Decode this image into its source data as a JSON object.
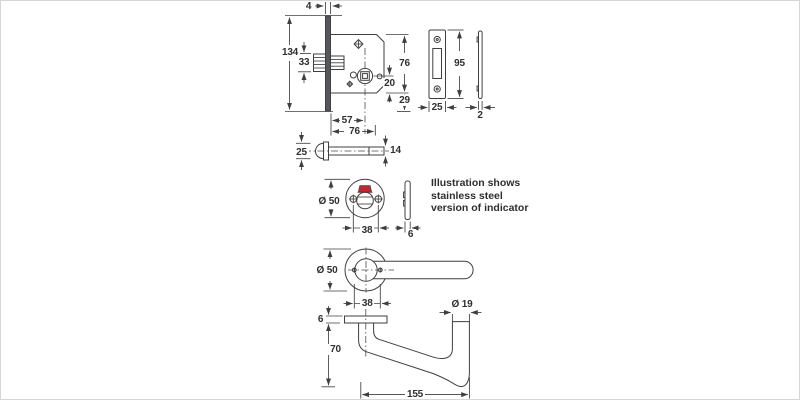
{
  "note": {
    "lines": [
      "Illustration shows",
      "stainless steel",
      "version of indicator"
    ]
  },
  "colors": {
    "line": "#3e3f41",
    "label_text": "#2f2f2f",
    "indicator_red": "#cc2229",
    "faceplate_fill": "#55575b",
    "background": "#ffffff"
  },
  "lock_front": {
    "faceplate_thickness": "4",
    "faceplate_height": "134",
    "bolt_height": "33",
    "case_height": "76",
    "follower_to_case_bottom": "20",
    "case_bottom_to_faceplate_bottom": "29",
    "backset": "57",
    "case_depth": "76"
  },
  "strike_plate": {
    "height": "95",
    "width": "25",
    "thickness": "2"
  },
  "spindle": {
    "head_diameter": "25",
    "shaft_height": "14"
  },
  "indicator_rose": {
    "diameter": "Ø 50",
    "screw_spacing": "38",
    "thickness": "6"
  },
  "lever_front": {
    "rose_diameter": "Ø 50",
    "screw_spacing": "38",
    "grip_diameter": "Ø 19"
  },
  "lever_side": {
    "rose_thickness": "6",
    "height": "70",
    "length": "155"
  }
}
